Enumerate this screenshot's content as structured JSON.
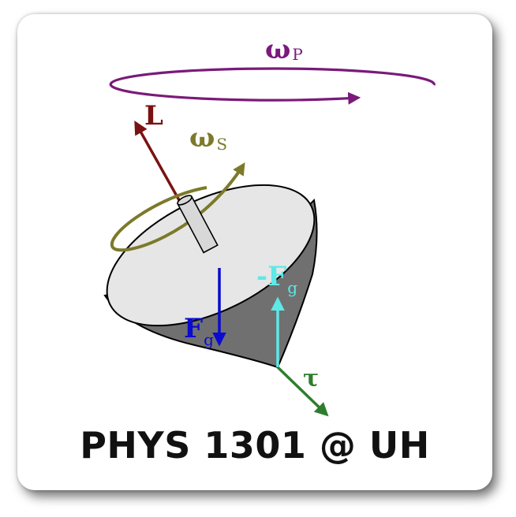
{
  "title": "PHYS 1301 @ UH",
  "labels": {
    "precession": {
      "main": "ω",
      "sub": "P"
    },
    "angular_momentum": {
      "main": "L"
    },
    "spin": {
      "main": "ω",
      "sub": "S"
    },
    "gravity": {
      "main": "F",
      "sub": "g"
    },
    "normal": {
      "main": "-F",
      "sub": "g"
    },
    "torque": {
      "main": "τ"
    }
  },
  "colors": {
    "precession": "#7a1a7a",
    "angular_momentum": "#7a1212",
    "spin": "#7c7a2a",
    "gravity": "#0a0ad0",
    "normal": "#5fe8e8",
    "torque": "#2e7d2e",
    "top_face": "#e6e6e6",
    "top_body": "#707070",
    "spindle": "#d8d8d8"
  }
}
